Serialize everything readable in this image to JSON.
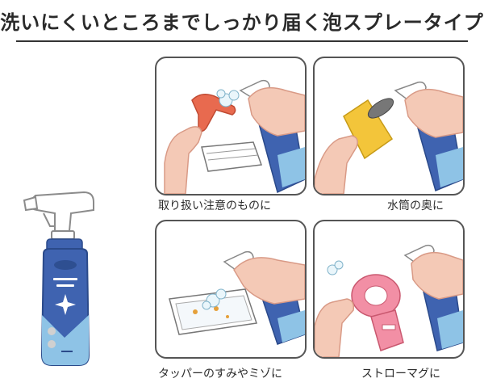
{
  "headline": "洗いにくいところまでしっかり届く泡スプレータイプ",
  "panels": [
    {
      "caption": "取り扱い注意のものに",
      "icon": "blender-blade-icon"
    },
    {
      "caption": "水筒の奥に",
      "icon": "water-bottle-icon"
    },
    {
      "caption": "タッパーのすみやミゾに",
      "icon": "food-container-icon"
    },
    {
      "caption": "ストローマグに",
      "icon": "straw-mug-icon"
    }
  ],
  "colors": {
    "bottle_blue": "#3f63b0",
    "bottle_light": "#8ec3e6",
    "skin": "#f4c9b6",
    "skin_line": "#d99a86",
    "yellow": "#f3c53a",
    "red": "#e86a4f",
    "pink": "#f28fa5"
  }
}
